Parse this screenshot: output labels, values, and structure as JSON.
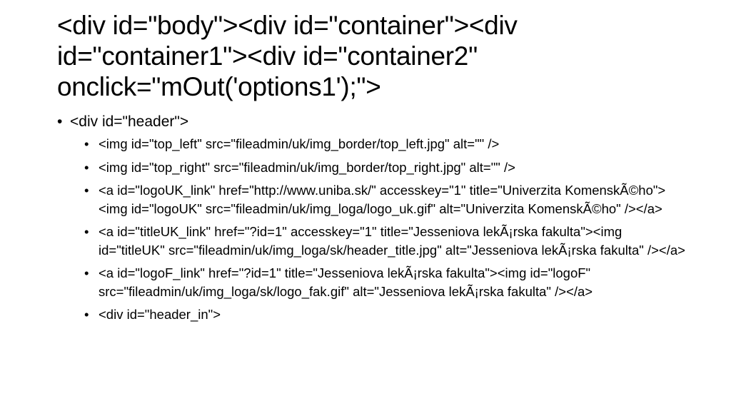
{
  "slide": {
    "title": "<div id=\"body\"><div id=\"container\"><div id=\"container1\"><div id=\"container2\" onclick=\"mOut('options1');\">",
    "bullet_glyph": "•",
    "items": [
      {
        "text": "<div id=\"header\">",
        "children": [
          "<img id=\"top_left\" src=\"fileadmin/uk/img_border/top_left.jpg\" alt=\"\" />",
          "<img id=\"top_right\" src=\"fileadmin/uk/img_border/top_right.jpg\" alt=\"\" />",
          "<a id=\"logoUK_link\" href=\"http://www.uniba.sk/\" accesskey=\"1\" title=\"Univerzita KomenskÃ©ho\"><img id=\"logoUK\" src=\"fileadmin/uk/img_loga/logo_uk.gif\" alt=\"Univerzita KomenskÃ©ho\" /></a>",
          "<a id=\"titleUK_link\" href=\"?id=1\" accesskey=\"1\" title=\"Jesseniova lekÃ¡rska fakulta\"><img id=\"titleUK\" src=\"fileadmin/uk/img_loga/sk/header_title.jpg\" alt=\"Jesseniova lekÃ¡rska fakulta\" /></a>",
          "<a id=\"logoF_link\" href=\"?id=1\" title=\"Jesseniova lekÃ¡rska fakulta\"><img id=\"logoF\" src=\"fileadmin/uk/img_loga/sk/logo_fak.gif\" alt=\"Jesseniova lekÃ¡rska fakulta\" /></a>",
          "<div id=\"header_in\">"
        ]
      }
    ]
  }
}
